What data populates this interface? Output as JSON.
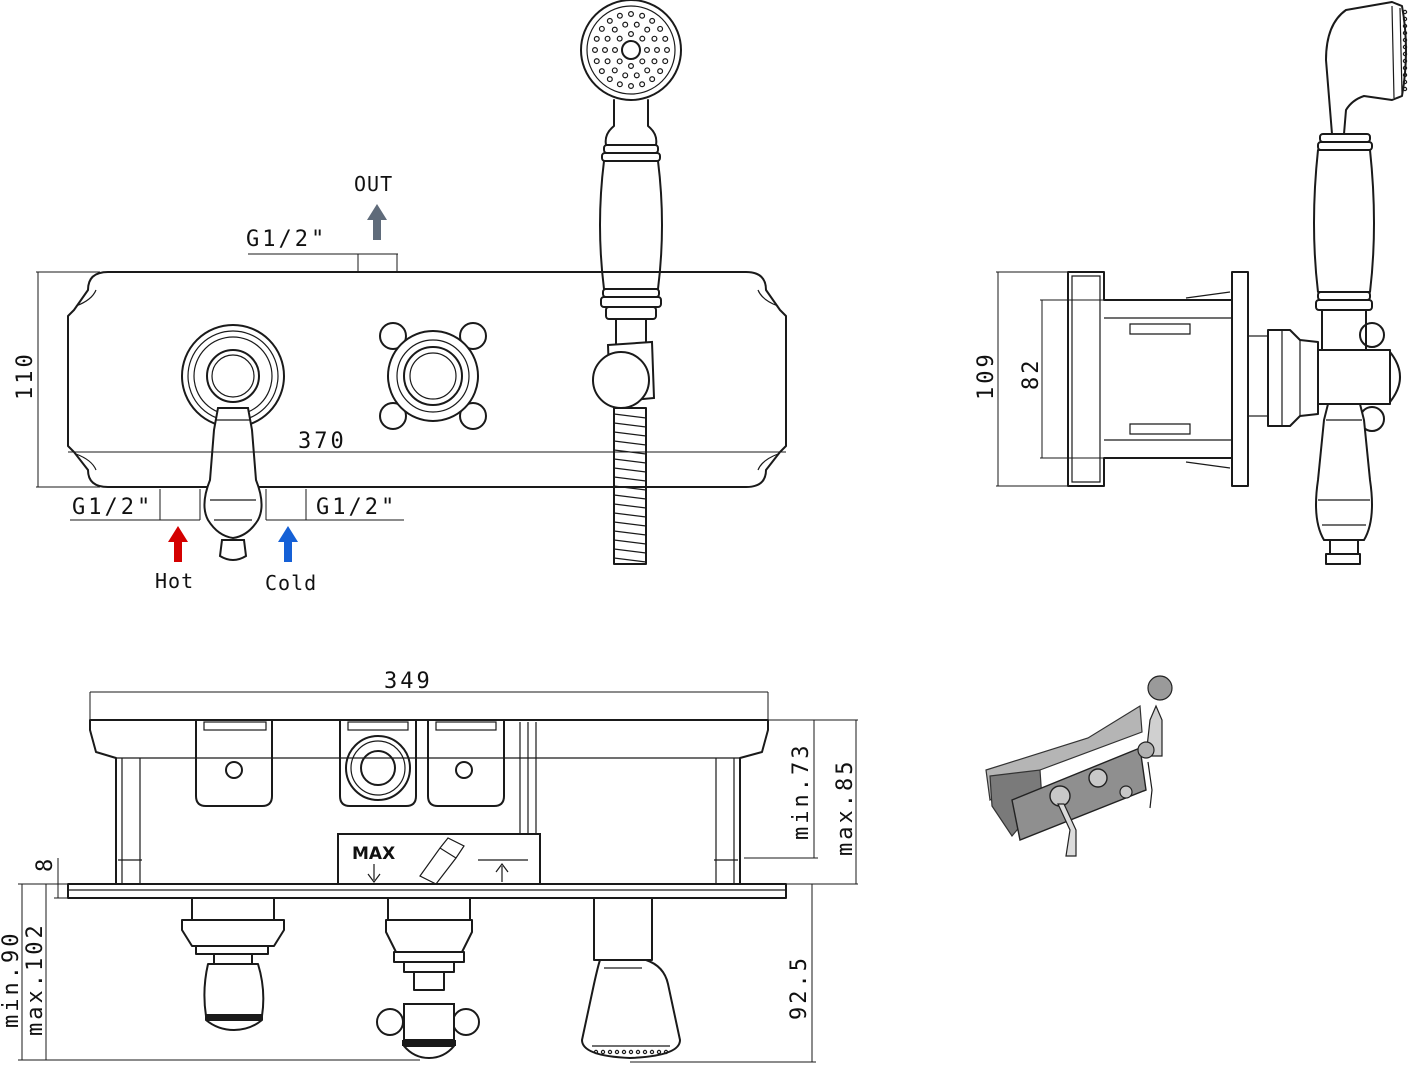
{
  "front_view": {
    "width_dim": "370",
    "height_dim": "110",
    "out_label": "OUT",
    "out_thread": "G1/2\"",
    "hot_thread": "G1/2\"",
    "cold_thread": "G1/2\"",
    "hot_label": "Hot",
    "cold_label": "Cold"
  },
  "side_view": {
    "outer_dim": "109",
    "inner_dim": "82"
  },
  "top_view": {
    "width_dim": "349",
    "min_depth": "min.73",
    "max_depth": "max.85",
    "plate_dim": "8",
    "min_proj": "min.90",
    "max_proj": "max.102",
    "shower_proj": "92.5",
    "max_label": "MAX"
  },
  "colors": {
    "hot_arrow": "#d40000",
    "cold_arrow": "#1560d6",
    "out_arrow": "#5f6b7a",
    "line": "#1a1a1a",
    "iso_body": "#8a8a8a"
  }
}
